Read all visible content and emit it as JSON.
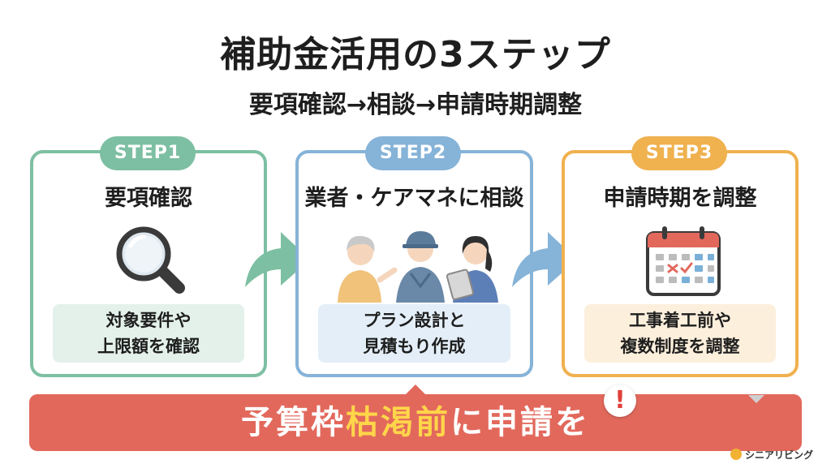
{
  "header": {
    "title": "補助金活用の3ステップ",
    "subtitle": "要項確認→相談→申請時期調整"
  },
  "steps": [
    {
      "label": "STEP1",
      "title": "要項確認",
      "desc_lines": [
        "対象要件や",
        "上限額を確認"
      ],
      "icon": "magnifier-icon",
      "color": "#7dbfa2",
      "desc_bg": "#e3f1ea"
    },
    {
      "label": "STEP2",
      "title": "業者・ケアマネに相談",
      "desc_lines": [
        "プラン設計と",
        "見積もり作成"
      ],
      "icon": "consultation-people-illustration",
      "color": "#86b3d8",
      "desc_bg": "#e3eef8"
    },
    {
      "label": "STEP3",
      "title": "申請時期を調整",
      "desc_lines": [
        "工事着工前や",
        "複数制度を調整"
      ],
      "icon": "calendar-icon",
      "color": "#f0b14f",
      "desc_bg": "#fcefdc"
    }
  ],
  "banner": {
    "text_before": "予算枠",
    "text_highlight": "枯渇前",
    "text_after": "に申請を",
    "alert_mark": "!",
    "color": "#e2685c",
    "highlight_color": "#ffd54a"
  },
  "brand": {
    "name": "シニアリビング",
    "color": "#f2b233"
  }
}
